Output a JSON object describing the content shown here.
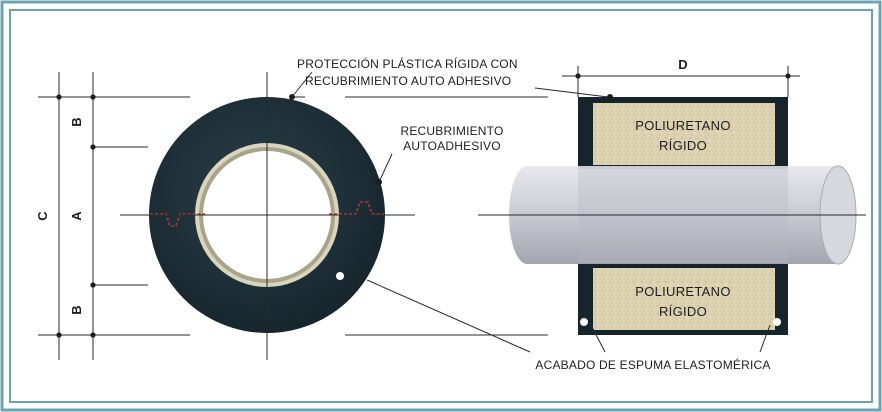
{
  "colors": {
    "frame": "#6ba4b1",
    "insulation": "#1c2e36",
    "rigid_core": "#dcd2b0",
    "pipe": "#c9c9d2",
    "seal": "#b33636",
    "line": "#2a2a2a"
  },
  "labels": {
    "rigid_shell": [
      "PROTECCIÓN PLÁSTICA RÍGIDA CON",
      "RECUBRIMIENTO AUTO ADHESIVO"
    ],
    "self_adhesive": [
      "RECUBRIMIENTO",
      "AUTOADHESIVO"
    ],
    "foam_finish": "ACABADO DE ESPUMA ELASTOMÉRICA",
    "core_top": [
      "POLIURETANO",
      "RÍGIDO"
    ],
    "core_bottom": [
      "POLIURETANO",
      "RÍGIDO"
    ]
  },
  "dimensions": {
    "B_top": "B",
    "A": "A",
    "B_bottom": "B",
    "C": "C",
    "D": "D"
  }
}
